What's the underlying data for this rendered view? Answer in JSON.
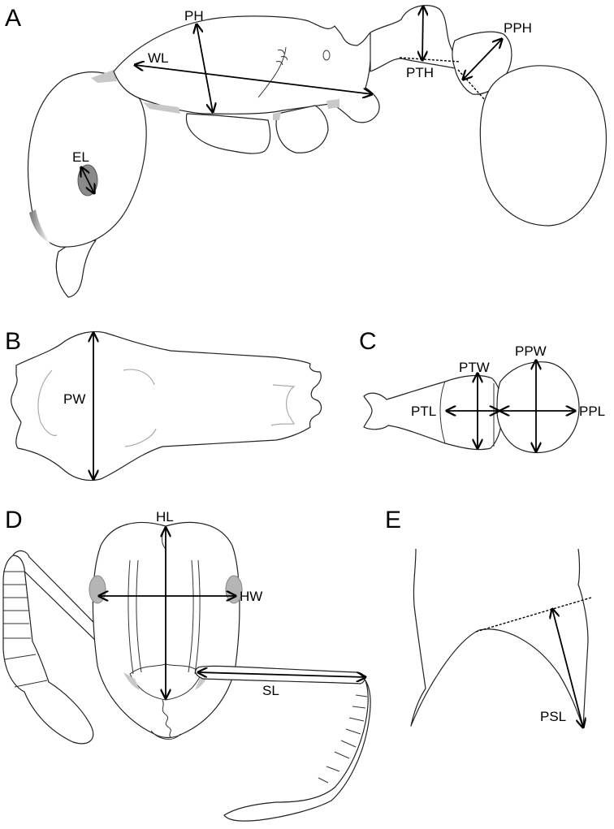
{
  "panels": {
    "A": {
      "letter": "A",
      "labels": {
        "ph": "PH",
        "wl": "WL",
        "pth": "PTH",
        "pph": "PPH",
        "el": "EL"
      }
    },
    "B": {
      "letter": "B",
      "labels": {
        "pw": "PW"
      }
    },
    "C": {
      "letter": "C",
      "labels": {
        "ptw": "PTW",
        "ppw": "PPW",
        "ptl": "PTL",
        "ppl": "PPL"
      }
    },
    "D": {
      "letter": "D",
      "labels": {
        "hl": "HL",
        "hw": "HW",
        "sl": "SL"
      }
    },
    "E": {
      "letter": "E",
      "labels": {
        "psl": "PSL"
      }
    }
  },
  "colors": {
    "line": "#222222",
    "eye": "#8a8a8a",
    "shade": "#c8c8c8"
  }
}
